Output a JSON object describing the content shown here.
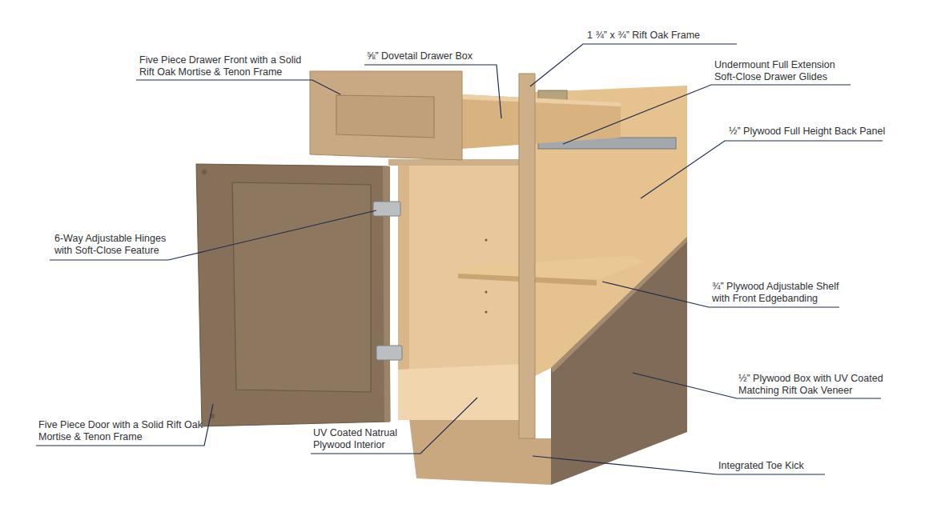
{
  "diagram": {
    "labels": [
      "Five Piece Drawer Front with a Solid Rift Oak Mortise & Tenon Frame",
      "⅝” Dovetail Drawer Box",
      "1 ¾” x ¾” Rift Oak Frame",
      "Undermount Full Extension Soft-Close Drawer Glides",
      "½” Plywood Full Height Back Panel",
      "6-Way Adjustable Hinges with Soft-Close Feature",
      "¾” Plywood Adjustable Shelf with Front Edgebanding",
      "½” Plywood Box with UV Coated Matching Rift Oak Veneer",
      "Five Piece Door with a Solid Rift Oak Mortise & Tenon Frame",
      "UV Coated Natrual Plywood Interior",
      "Integrated Toe Kick"
    ]
  }
}
